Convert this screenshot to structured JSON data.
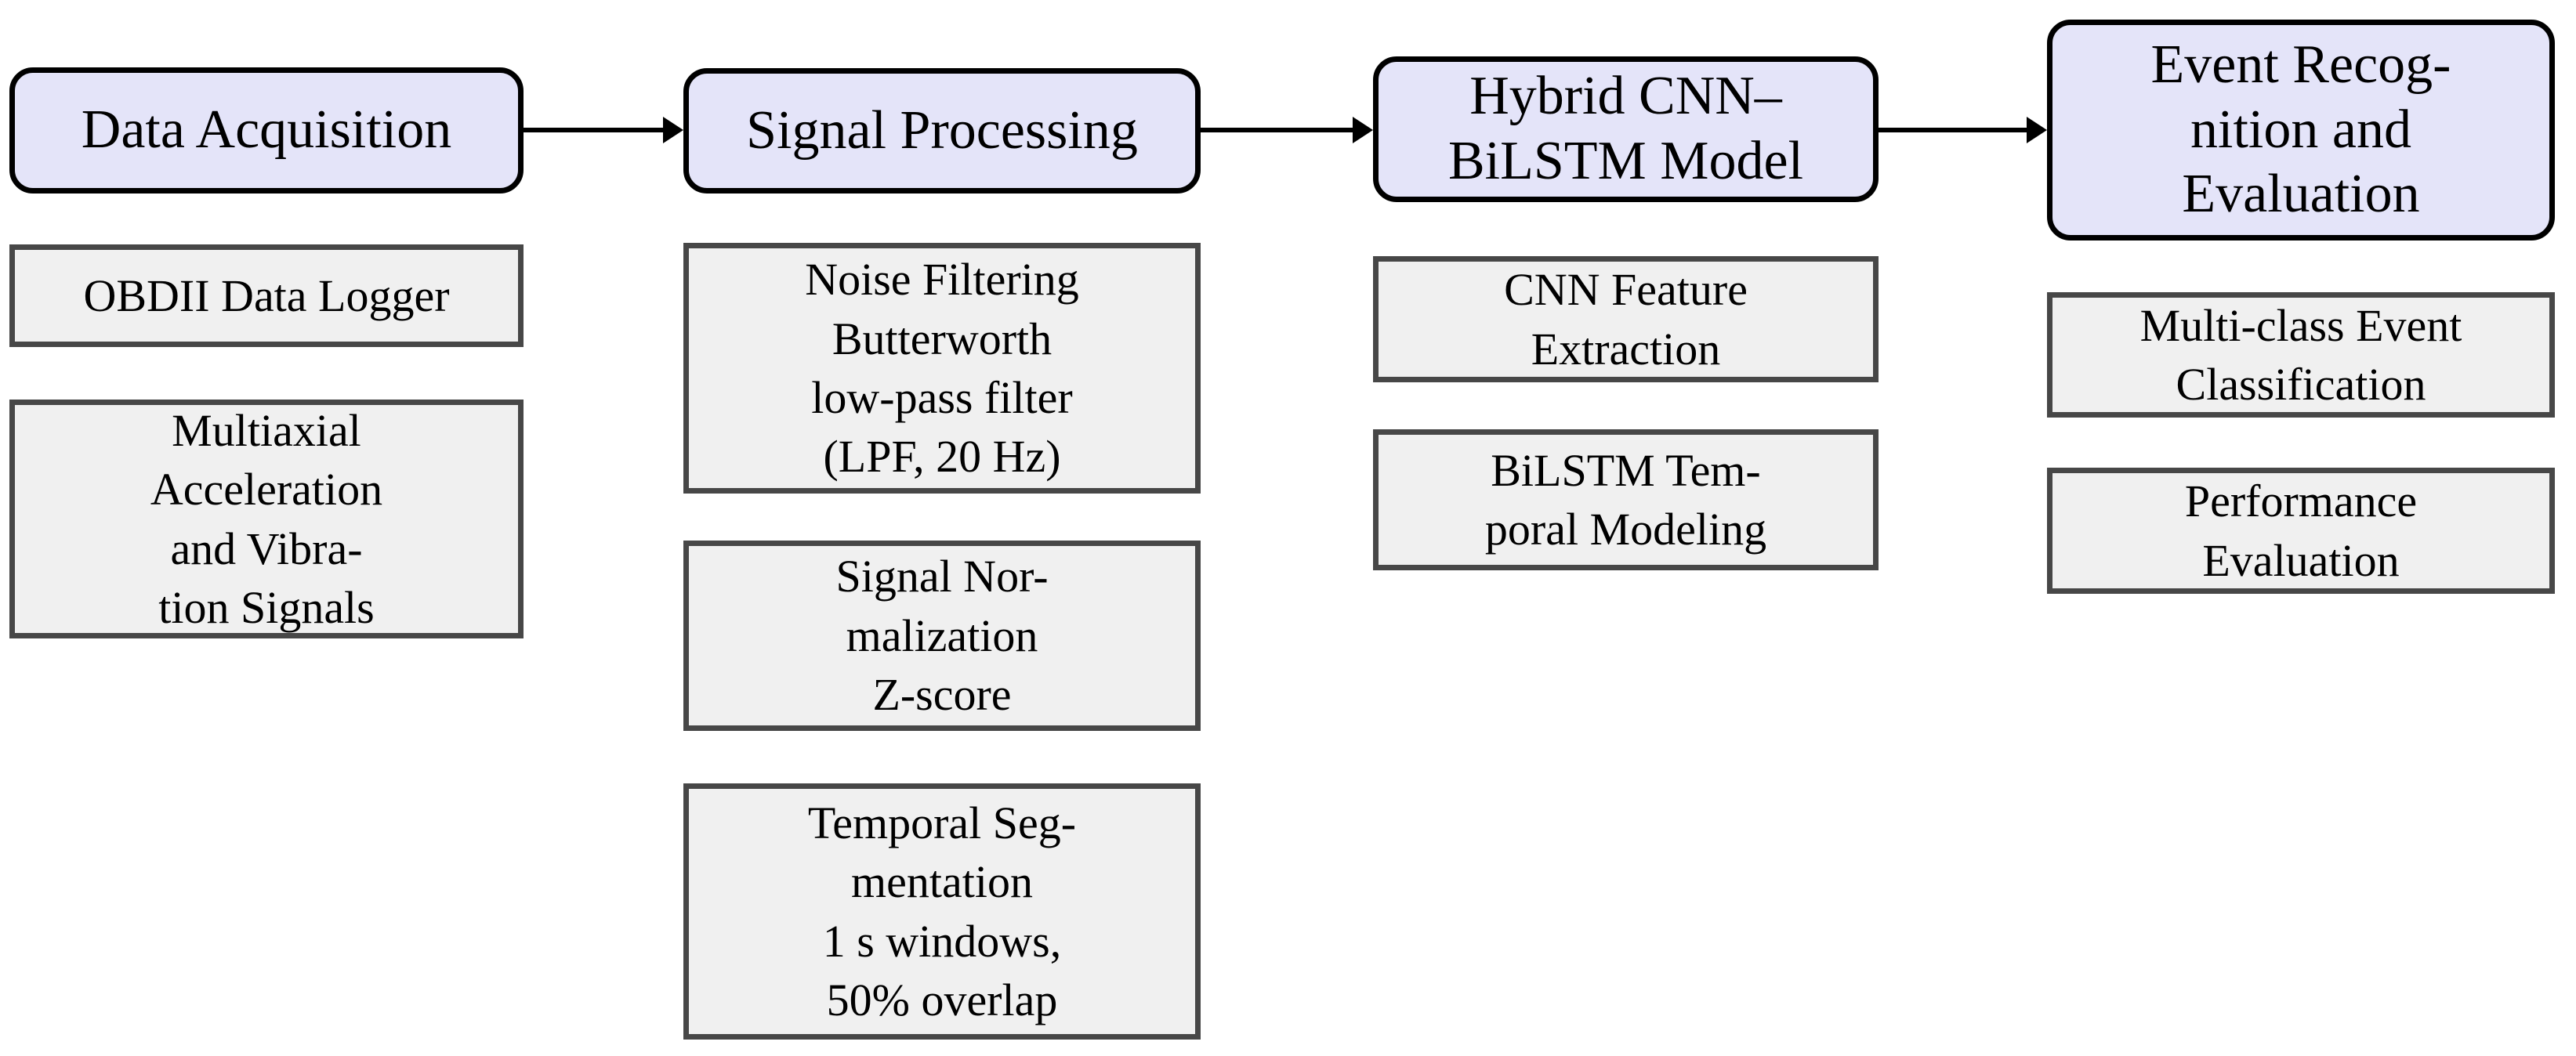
{
  "colors": {
    "background": "#ffffff",
    "header_fill": "#e4e4f9",
    "header_border": "#000000",
    "subbox_fill": "#f0f0f0",
    "subbox_border": "#474747",
    "arrow": "#000000",
    "text": "#000000"
  },
  "columns": [
    {
      "header": {
        "label": "Data Acquisition"
      },
      "sub_boxes": [
        {
          "label": "OBDII Data Logger"
        },
        {
          "label": "Multiaxial\nAcceleration\nand Vibra-\ntion Signals"
        }
      ]
    },
    {
      "header": {
        "label": "Signal Processing"
      },
      "sub_boxes": [
        {
          "label": "Noise Filtering\nButterworth\nlow-pass filter\n(LPF, 20 Hz)"
        },
        {
          "label": "Signal Nor-\nmalization\nZ-score"
        },
        {
          "label": "Temporal Seg-\nmentation\n1 s windows,\n50% overlap"
        }
      ]
    },
    {
      "header": {
        "label": "Hybrid CNN–\nBiLSTM Model"
      },
      "sub_boxes": [
        {
          "label": "CNN Feature\nExtraction"
        },
        {
          "label": "BiLSTM Tem-\nporal Modeling"
        }
      ]
    },
    {
      "header": {
        "label": "Event Recog-\nnition and\nEvaluation"
      },
      "sub_boxes": [
        {
          "label": "Multi-class Event\nClassification"
        },
        {
          "label": "Performance\nEvaluation"
        }
      ]
    }
  ],
  "arrows": [
    {
      "from": "Data Acquisition",
      "to": "Signal Processing"
    },
    {
      "from": "Signal Processing",
      "to": "Hybrid CNN–BiLSTM Model"
    },
    {
      "from": "Hybrid CNN–BiLSTM Model",
      "to": "Event Recognition and Evaluation"
    }
  ]
}
